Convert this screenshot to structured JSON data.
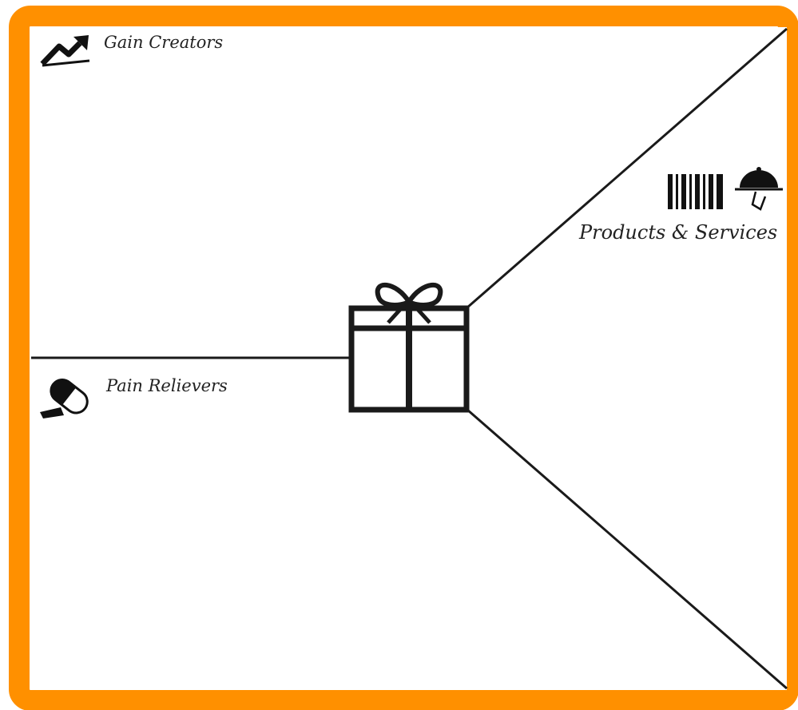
{
  "canvas": {
    "title": "Value Map",
    "border_color": "#ff9000",
    "line_color": "#1a1a1a",
    "background": "#ffffff"
  },
  "sections": {
    "gain_creators": {
      "label": "Gain Creators",
      "icon": "rising-trend-arrow-icon"
    },
    "pain_relievers": {
      "label": "Pain Relievers",
      "icon": "pill-capsule-icon"
    },
    "products_services": {
      "label": "Products & Services",
      "icons": [
        "barcode-icon",
        "serving-cloche-icon"
      ]
    }
  },
  "center_icon": "gift-box-icon"
}
